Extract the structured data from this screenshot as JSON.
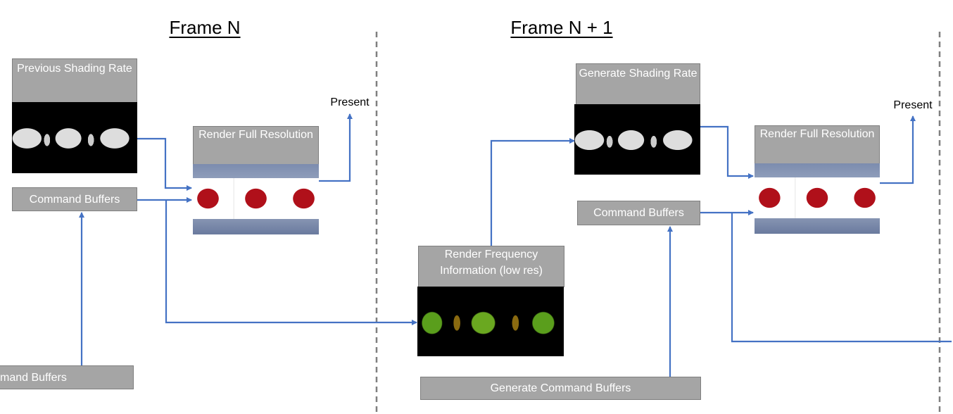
{
  "frames": [
    {
      "title": "Frame N"
    },
    {
      "title": "Frame N + 1"
    }
  ],
  "frame_n": {
    "previous_shading_rate": "Previous Shading Rate",
    "command_buffers": "Command Buffers",
    "render_full_resolution": "Render Full Resolution",
    "present": "Present",
    "generate_command_buffers_clipped": "mand Buffers"
  },
  "frame_n1": {
    "generate_shading_rate": "Generate Shading Rate",
    "command_buffers": "Command Buffers",
    "render_full_resolution": "Render Full Resolution",
    "present": "Present",
    "render_frequency": "Render Frequency Information (low res)",
    "generate_command_buffers": "Generate Command Buffers"
  },
  "colors": {
    "arrow": "#4472c4",
    "box": "#a5a5a5",
    "divider": "#7f7f7f"
  }
}
